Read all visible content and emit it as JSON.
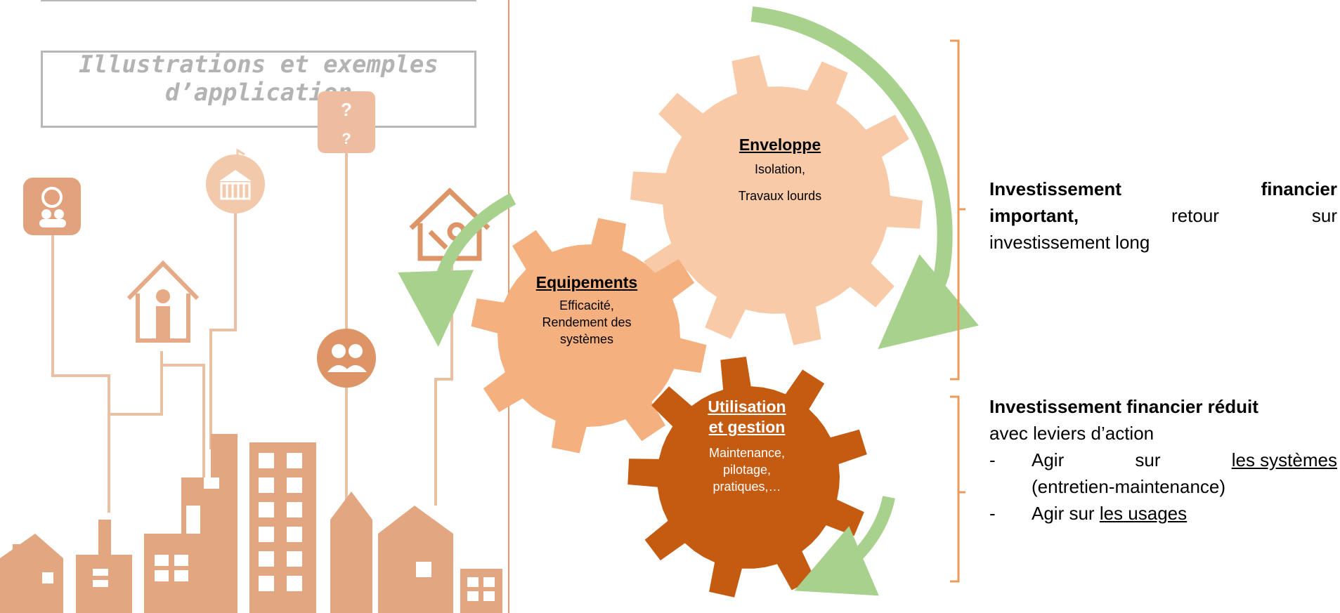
{
  "colors": {
    "gear_envelope": "#f8caa8",
    "gear_equipements": "#f4b07f",
    "gear_utilisation": "#c55a11",
    "arrow_green": "#a9d18e",
    "bracket": "#ed9b5a",
    "illustration": "#e4aa82"
  },
  "illustration": {
    "title_line1": "Illustrations et exemples",
    "title_line2": "d’application",
    "question_marks": "?"
  },
  "gears": {
    "envelope": {
      "title": "Enveloppe",
      "line1": "Isolation,",
      "line2": "Travaux lourds"
    },
    "equipements": {
      "title": "Equipements",
      "line1": "Efficacité,",
      "line2": "Rendement des",
      "line3": "systèmes"
    },
    "utilisation": {
      "title_line1": "Utilisation",
      "title_line2": "et gestion",
      "line1": "Maintenance,",
      "line2": "pilotage,",
      "line3": "pratiques,…"
    }
  },
  "right": {
    "block1": {
      "word1": "Investissement",
      "word2": "financier",
      "word3": "important,",
      "word4": "retour",
      "word5": "sur",
      "line3": "investissement long"
    },
    "block2": {
      "heading": "Investissement financier réduit",
      "subheading": "avec leviers d’action",
      "bullet_mark": "-",
      "item1_a": "Agir",
      "item1_b": "sur",
      "item1_c": "les systèmes",
      "item1_cont": "(entretien-maintenance)",
      "item2_prefix": "Agir sur ",
      "item2_link": "les usages"
    }
  }
}
